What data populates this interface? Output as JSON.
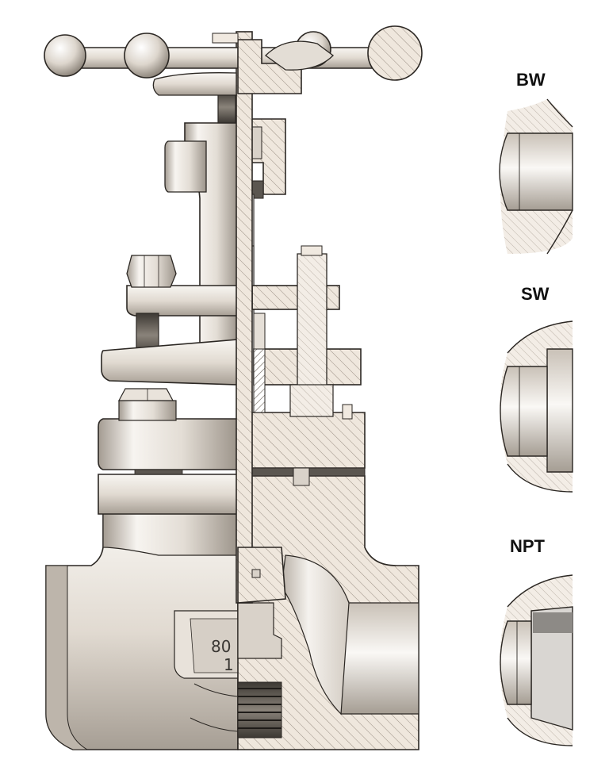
{
  "labels": {
    "bw": "BW",
    "sw": "SW",
    "npt": "NPT"
  },
  "body_marking": {
    "line1": "80",
    "line2": "1"
  },
  "colors": {
    "metal_light": "#f6f3ef",
    "metal_mid": "#d8d1c8",
    "metal_dark": "#8d857b",
    "section_fill": "#efe7dd",
    "hatch": "#9a8f84",
    "outline": "#2b2723",
    "gasket": "#5b5650"
  }
}
